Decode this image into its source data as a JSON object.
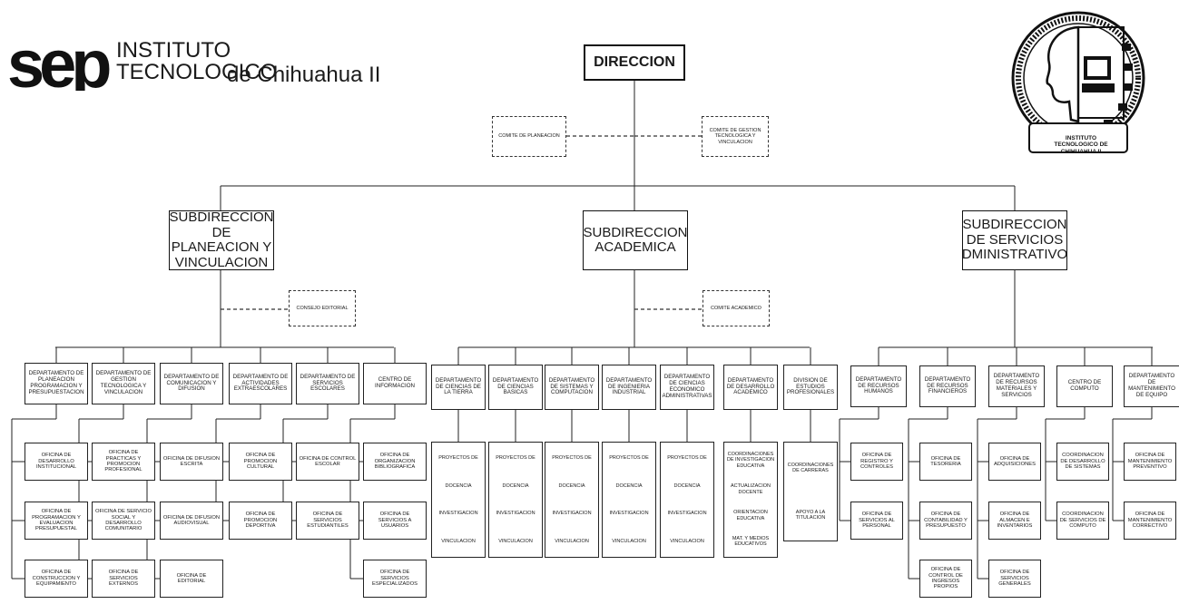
{
  "header": {
    "logo_text": "sep",
    "institute_line1": "INSTITUTO TECNOLOGICO",
    "institute_line2": "de Chihuahua II",
    "seal_text": "INSTITUTO TECNOLOGICO DE CHIHUAHUA II"
  },
  "nodes": {
    "direccion": "DIRECCION",
    "comite_planeacion": "COMITE DE PLANEACION",
    "comite_gestion": "COMITE DE GESTION TECNOLOGICA Y VINCULACION",
    "sub_planeacion": "SUBDIRECCION DE PLANEACION Y VINCULACION",
    "sub_academica": "SUBDIRECCION ACADEMICA",
    "sub_servicios": "SUBDIRECCION DE SERVICIOS ADMINISTRATIVOS",
    "consejo_editorial": "CONSEJO EDITORIAL",
    "comite_academico": "COMITE ACADEMICO",
    "dept_planeacion": "DEPARTAMENTO DE PLANEACION PROGRAMACION Y PRESUPUESTACION",
    "dept_gestion": "DEPARTAMENTO DE GESTION TECNOLOGICA Y VINCULACION",
    "dept_comunicacion": "DEPARTAMENTO DE COMUNICACION Y DIFUSION",
    "dept_actividades": "DEPARTAMENTO DE ACTIVIDADES EXTRAESCOLARES",
    "dept_servicios_escolares": "DEPARTAMENTO DE SERVICIOS ESCOLARES",
    "centro_informacion": "CENTRO DE INFORMACION",
    "of_desarrollo_inst": "OFICINA DE DESARROLLO INSTITUCIONAL",
    "of_programacion": "OFICINA DE PROGRAMACION Y EVALUACION PRESUPUESTAL",
    "of_construccion": "OFICINA DE CONSTRUCCION Y EQUIPAMIENTO",
    "of_practicas": "OFICINA DE PRACTICAS Y PROMOCION PROFESIONAL",
    "of_servicio_social": "OFICINA DE SERVICIO SOCIAL Y DESARROLLO COMUNITARIO",
    "of_servicios_externos": "OFICINA DE SERVICIOS EXTERNOS",
    "of_difusion_escrita": "OFICINA DE DIFUSION ESCRITA",
    "of_difusion_audiovisual": "OFICINA DE DIFUSION AUDIOVISUAL",
    "of_editorial": "OFICINA DE EDITORIAL",
    "of_promocion_cultural": "OFICINA DE PROMOCION CULTURAL",
    "of_promocion_deportiva": "OFICINA DE PROMOCION DEPORTIVA",
    "of_control_escolar": "OFICINA DE CONTROL ESCOLAR",
    "of_servicios_estudiantiles": "OFICINA DE SERVICIOS ESTUDIANTILES",
    "of_organizacion_bib": "OFICINA DE ORGANIZACION BIBLIOGRAFICA",
    "of_servicios_usuarios": "OFICINA DE SERVICIOS A USUARIOS",
    "of_servicios_especializados": "OFICINA DE SERVICIOS ESPECIALIZADOS",
    "dept_ciencias_tierra": "DEPARTAMENTO DE CIENCIAS DE LA TIERRA",
    "dept_ciencias_basicas": "DEPARTAMENTO DE CIENCIAS BASICAS",
    "dept_sistemas": "DEPARTAMENTO DE SISTEMAS Y COMPUTACION",
    "dept_ingenieria": "DEPARTAMENTO DE INGENIERIA INDUSTRIAL",
    "dept_economico": "DEPARTAMENTO DE CIENCIAS ECONOMICO ADMINISTRATIVAS",
    "dept_desarrollo_academico": "DEPARTAMENTO DE DESARROLLO ACADEMICO",
    "div_estudios": "DIVISION DE ESTUDIOS PROFESIONALES",
    "proyectos_de": "PROYECTOS DE",
    "docencia": "DOCENCIA",
    "investigacion": "INVESTIGACION",
    "vinculacion": "VINCULACION",
    "coord_inv_educativa": "COORDINACIONES DE INVESTIGACION EDUCATIVA",
    "actualizacion_docente": "ACTUALIZACION DOCENTE",
    "orientacion_educativa": "ORIENTACION EDUCATIVA",
    "mat_medios": "MAT. Y MEDIOS EDUCATIVOS",
    "coord_carreras": "COORDINACIONES DE CARRERAS",
    "apoyo_titulacion": "APOYO A LA TITULACION",
    "dept_recursos_humanos": "DEPARTAMENTO DE RECURSOS HUMANOS",
    "dept_recursos_financieros": "DEPARTAMENTO DE RECURSOS FINANCIEROS",
    "dept_recursos_materiales": "DEPARTAMENTO DE RECURSOS MATERIALES Y SERVICIOS",
    "centro_computo": "CENTRO DE COMPUTO",
    "dept_mantenimiento": "DEPARTAMENTO DE MANTENIMIENTO DE EQUIPO",
    "of_registro_controles": "OFICINA DE REGISTRO Y CONTROLES",
    "of_servicios_personal": "OFICINA DE SERVICIOS AL PERSONAL",
    "of_tesoreria": "OFICINA DE TESORERIA",
    "of_contabilidad": "OFICINA DE CONTABILIDAD Y PRESUPUESTO",
    "of_control_ingresos": "OFICINA DE CONTROL DE INGRESOS PROPIOS",
    "of_adquisiciones": "OFICINA DE ADQUISICIONES",
    "of_almacen": "OFICINA DE ALMACEN E INVENTARIOS",
    "of_servicios_generales": "OFICINA DE SERVICIOS GENERALES",
    "coord_desarrollo_sistemas": "COORDINACION DE DESARROLLO DE SISTEMAS",
    "coord_servicios_computo": "COORDINACION DE SERVICIOS DE COMPUTO",
    "of_mant_preventivo": "OFICINA DE MANTENIMIENTO PREVENTIVO",
    "of_mant_correctivo": "OFICINA DE MANTENIMIENTO CORRECTIVO"
  }
}
